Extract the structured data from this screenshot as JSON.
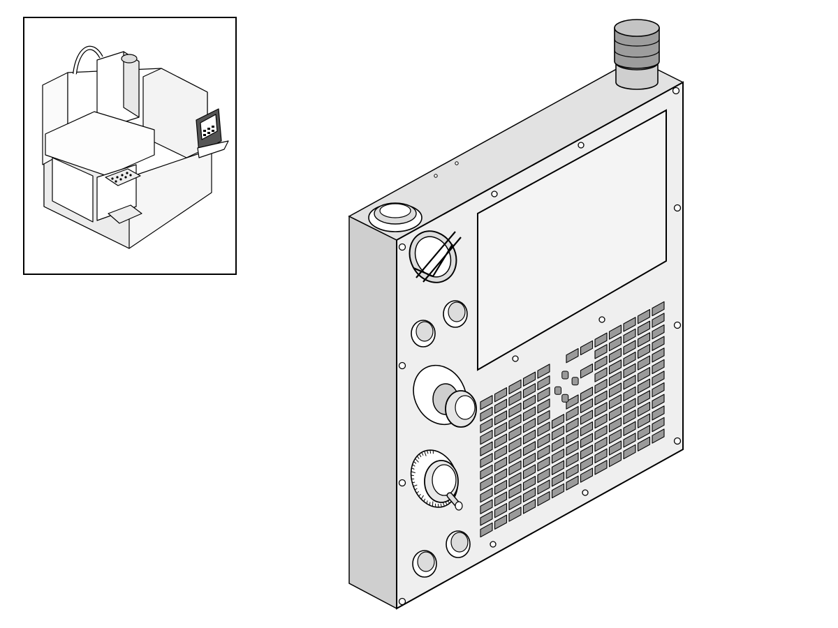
{
  "figure": {
    "inset": {
      "subject": "vertical-machining-center"
    },
    "main": {
      "subject": "control-pendant",
      "keypad_rows": 12,
      "keypad_cols": 13
    }
  },
  "colors": {
    "ink": "#000000",
    "paper": "#ffffff",
    "panel_face": "#efefef",
    "panel_side": "#cfcfcf",
    "panel_top": "#e2e2e2",
    "key_fill": "#9a9a9a",
    "screen_fill": "#f4f4f4"
  }
}
